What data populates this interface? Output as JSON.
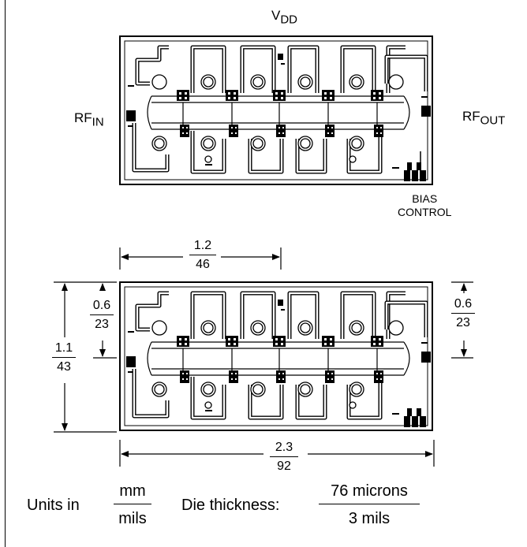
{
  "labels": {
    "vdd": "V",
    "vdd_sub": "DD",
    "rf_in": "RF",
    "rf_in_sub": "IN",
    "rf_out": "RF",
    "rf_out_sub": "OUT",
    "bias_line1": "BIAS",
    "bias_line2": "CONTROL"
  },
  "dimensions": {
    "top_width": {
      "mm": "1.2",
      "mils": "46"
    },
    "left_inner_height": {
      "mm": "0.6",
      "mils": "23"
    },
    "left_outer_height": {
      "mm": "1.1",
      "mils": "43"
    },
    "right_height": {
      "mm": "0.6",
      "mils": "23"
    },
    "bottom_width": {
      "mm": "2.3",
      "mils": "92"
    }
  },
  "units": {
    "prefix": "Units in",
    "num": "mm",
    "den": "mils"
  },
  "thickness": {
    "label": "Die thickness:",
    "num": "76 microns",
    "den": "3 mils"
  }
}
